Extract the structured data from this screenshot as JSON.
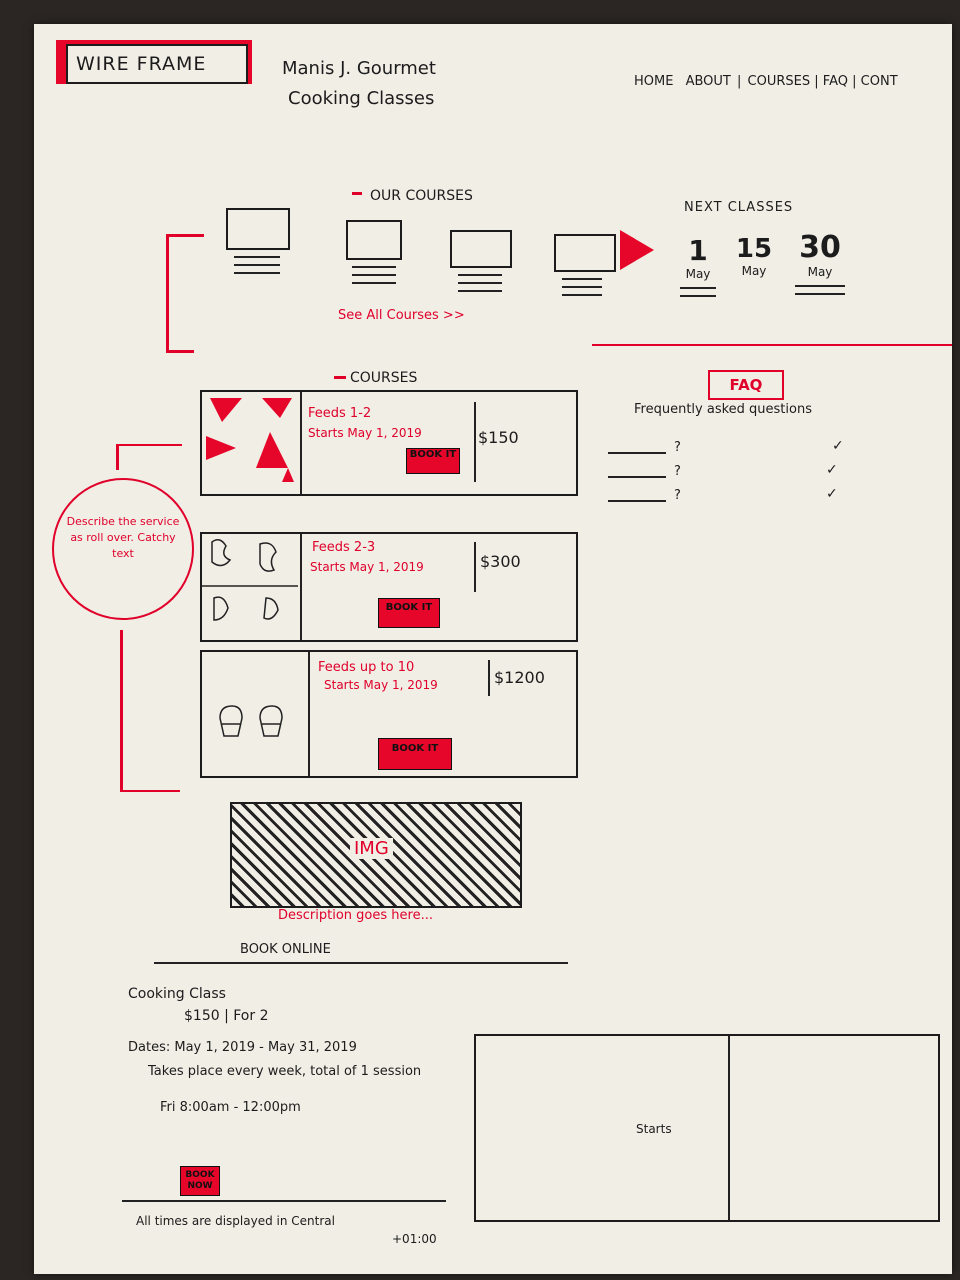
{
  "header": {
    "badge": "WIRE FRAME",
    "title_line1": "Manis J. Gourmet",
    "title_line2": "Cooking Classes",
    "nav": [
      "HOME",
      "ABOUT",
      "COURSES",
      "FAQ",
      "CONT"
    ]
  },
  "our_courses": {
    "heading": "OUR COURSES",
    "see_all": "See All Courses >>"
  },
  "next_classes": {
    "heading": "NEXT CLASSES",
    "dates": [
      {
        "day": "1",
        "month": "May"
      },
      {
        "day": "15",
        "month": "May"
      },
      {
        "day": "30",
        "month": "May"
      }
    ]
  },
  "courses": {
    "heading": "COURSES",
    "items": [
      {
        "feeds": "Feeds 1-2",
        "starts": "Starts May 1, 2019",
        "price": "$150",
        "book": "BOOK IT"
      },
      {
        "feeds": "Feeds 2-3",
        "starts": "Starts May 1, 2019",
        "price": "$300",
        "book": "BOOK IT"
      },
      {
        "feeds": "Feeds up to 10",
        "starts": "Starts May 1, 2019",
        "price": "$1200",
        "book": "BOOK IT"
      }
    ],
    "note": "Describe the service as roll over. Catchy text",
    "img_label": "IMG",
    "img_desc": "Description goes here..."
  },
  "faq": {
    "badge": "FAQ",
    "subtitle": "Frequently asked questions",
    "q_mark": "?",
    "check": "✓"
  },
  "book_online": {
    "heading": "BOOK ONLINE",
    "class_name": "Cooking Class",
    "price_line": "$150 | For 2",
    "dates": "Dates: May 1, 2019 - May 31, 2019",
    "frequency": "Takes place every week, total of 1 session",
    "time": "Fri 8:00am - 12:00pm",
    "book_now": "BOOK NOW",
    "timezone": "All times are displayed in Central",
    "offset": "+01:00",
    "calendar_label": "Starts"
  }
}
